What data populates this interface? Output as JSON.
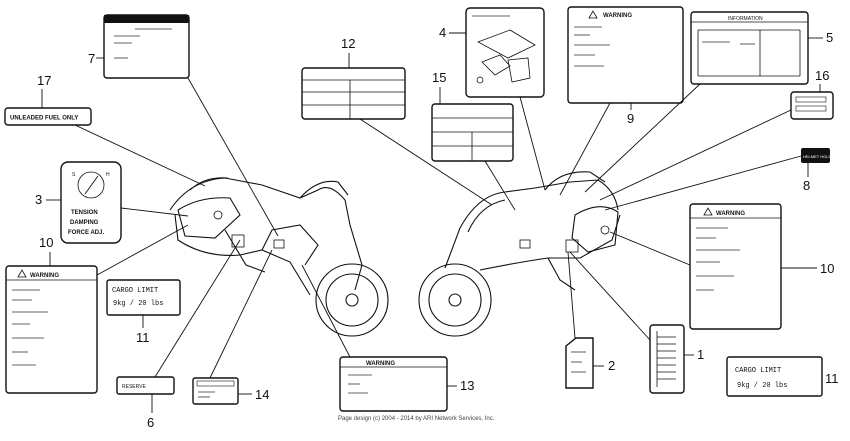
{
  "callouts": [
    "1",
    "2",
    "3",
    "4",
    "5",
    "6",
    "7",
    "8",
    "9",
    "10",
    "11",
    "12",
    "13",
    "14",
    "15",
    "16",
    "17"
  ],
  "labels": {
    "fuel": "UNLEADED FUEL ONLY",
    "warning": "WARNING",
    "cargo_title": "CARGO LIMIT",
    "cargo_value": "9kg / 20 lbs",
    "tension": "TENSION",
    "damping": "DAMPING",
    "force": "FORCE ADJ.",
    "dial_s": "S",
    "dial_h": "H",
    "helmet": "HELMET HOLDER",
    "info": "INFORMATION",
    "reserve": "RESERVE"
  },
  "footer": "Page design (c) 2004 - 2014 by ARI Network Services, Inc."
}
